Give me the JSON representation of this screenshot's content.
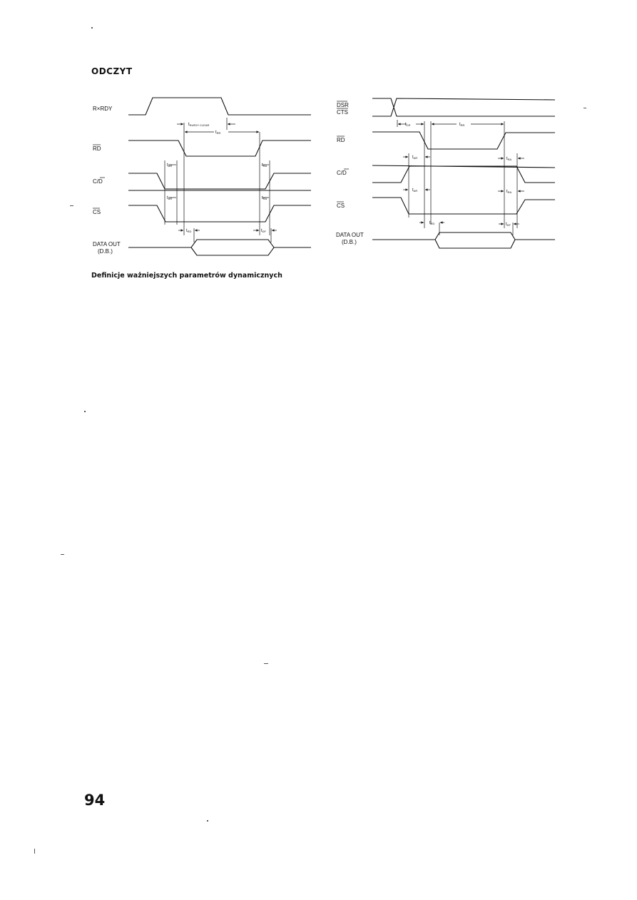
{
  "section_title": "ODCZYT",
  "caption": "Definicje ważniejszych parametrów dynamicznych",
  "page_number": "94",
  "left_diagram": {
    "signals": {
      "rxrdy": "R×RDY",
      "rd": "RD",
      "cd_c": "C/",
      "cd_d": "D",
      "cs": "CS",
      "data_out_1": "DATA OUT",
      "data_out_2": "(D.B.)"
    },
    "params": {
      "rxrdy_clear_t": "t",
      "rxrdy_clear_sub": "RxRDY CLEAR",
      "rr_t": "t",
      "rr_sub": "RR",
      "ar1_t": "t",
      "ar1_sub": "AR",
      "ra1_t": "t",
      "ra1_sub": "RA",
      "ar2_t": "t",
      "ar2_sub": "AR",
      "ra2_t": "t",
      "ra2_sub": "RA",
      "rd_t": "t",
      "rd_sub": "RD",
      "df_t": "t",
      "df_sub": "DF"
    }
  },
  "right_diagram": {
    "signals": {
      "dsr": "DSR",
      "cts": "CTS",
      "rd": "RD",
      "cd_c": "C/",
      "cd_d": "D",
      "cs": "CS",
      "data_out_1": "DATA OUT",
      "data_out_2": "(D.B.)"
    },
    "params": {
      "cr_t": "t",
      "cr_sub": "CR",
      "rr_t": "t",
      "rr_sub": "RR",
      "ar1_t": "t",
      "ar1_sub": "AR",
      "ra1_t": "t",
      "ra1_sub": "RA",
      "ar2_t": "t",
      "ar2_sub": "AR",
      "ra2_t": "t",
      "ra2_sub": "RA",
      "rd_t": "t",
      "rd_sub": "RD",
      "df_t": "t",
      "df_sub": "DF"
    }
  }
}
